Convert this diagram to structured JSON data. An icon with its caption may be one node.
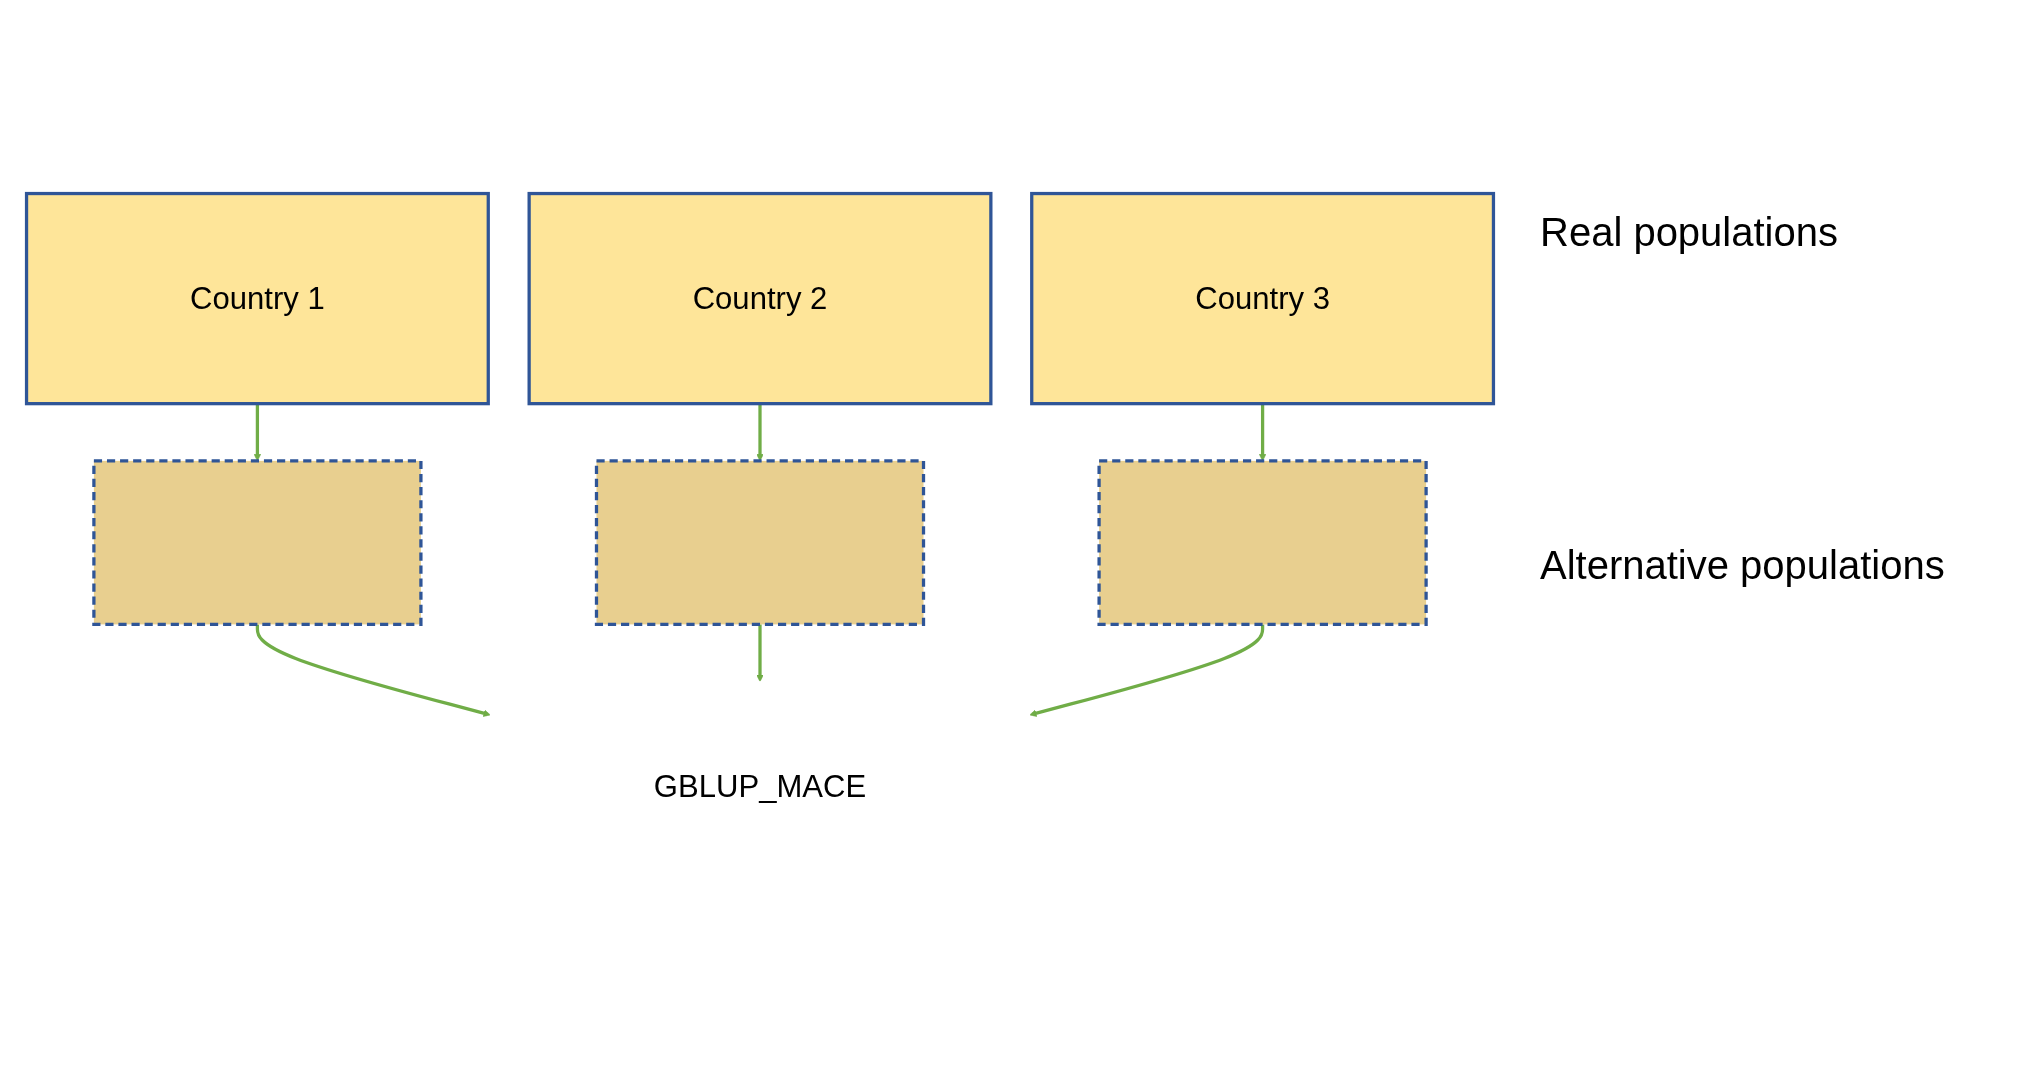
{
  "diagram": {
    "nodes": [
      {
        "text": [
          "Country 1"
        ]
      },
      {
        "text": [
          "Country 2"
        ]
      },
      {
        "text": [
          "Country 3"
        ]
      },
      {
        "text": [],
        "shape": "box"
      },
      {
        "text": [],
        "shape": "box"
      },
      {
        "text": [],
        "shape": "box"
      },
      {
        "text": [
          "GBLUP_MACE"
        ]
      }
    ],
    "edges": [
      {
        "from": 0,
        "to": 3,
        "arrow": "to"
      },
      {
        "from": 1,
        "to": 4,
        "arrow": "to"
      },
      {
        "from": 2,
        "to": 5,
        "arrow": "to"
      },
      {
        "from": 3,
        "to": 6,
        "arrow": "to"
      },
      {
        "from": 4,
        "to": 6,
        "arrow": "to"
      },
      {
        "from": 5,
        "to": 6,
        "arrow": "to"
      }
    ],
    "labels": [
      "Real populations",
      "Alternative populations"
    ]
  }
}
